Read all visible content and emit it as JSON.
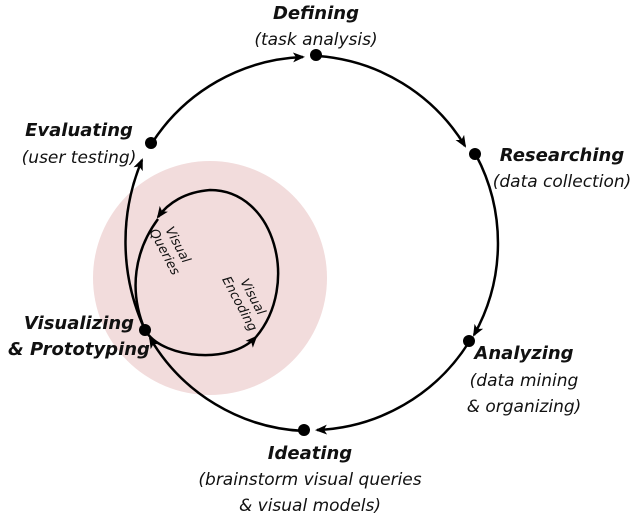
{
  "stages": [
    {
      "id": "defining",
      "title": "Defining",
      "subtitle": [
        "(task analysis)"
      ]
    },
    {
      "id": "researching",
      "title": "Researching",
      "subtitle": [
        "(data collection)"
      ]
    },
    {
      "id": "analyzing",
      "title": "Analyzing",
      "subtitle": [
        "(data mining",
        "& organizing)"
      ]
    },
    {
      "id": "ideating",
      "title": "Ideating",
      "subtitle": [
        "(brainstorm visual queries",
        "& visual models)"
      ]
    },
    {
      "id": "visualizing",
      "title": [
        "Visualizing",
        "& Prototyping"
      ],
      "subtitle": []
    },
    {
      "id": "evaluating",
      "title": "Evaluating",
      "subtitle": [
        "(user testing)"
      ]
    }
  ],
  "inner_loop": {
    "queries_label": [
      "Visual",
      "Queries"
    ],
    "encoding_label": [
      "Visual",
      "Encoding"
    ]
  },
  "colors": {
    "highlight": "#f2dcdc",
    "stroke": "#000000"
  }
}
